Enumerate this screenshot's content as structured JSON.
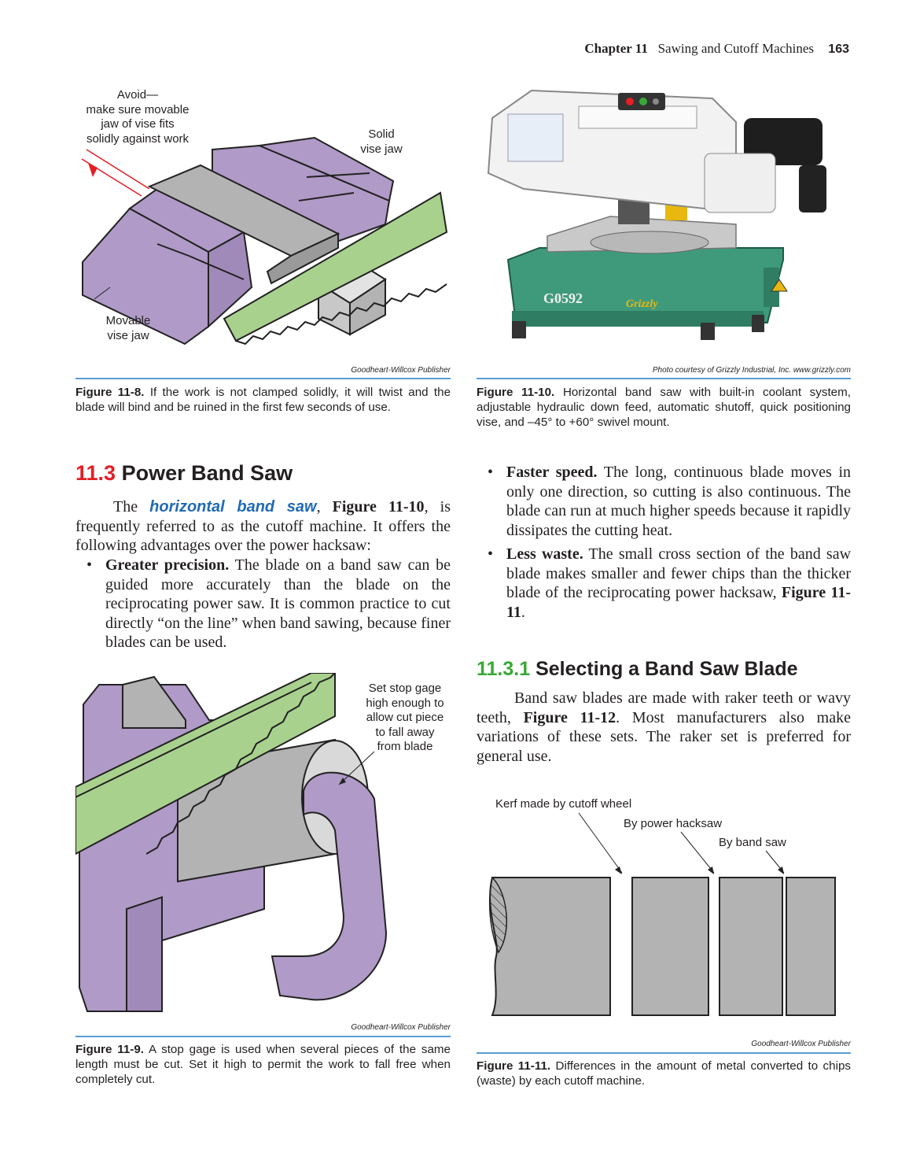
{
  "header": {
    "chapter_label": "Chapter 11",
    "chapter_title": "Sawing and Cutoff Machines",
    "page_number": "163"
  },
  "fig_11_8": {
    "callouts": {
      "avoid": [
        "Avoid—",
        "make sure movable",
        "jaw of vise fits",
        "solidly against work"
      ],
      "solid_jaw": [
        "Solid",
        "vise jaw"
      ],
      "movable_jaw": [
        "Movable",
        "vise jaw"
      ]
    },
    "credit": "Goodheart-Willcox Publisher",
    "caption_label": "Figure 11-8.",
    "caption_text": "If the work is not clamped solidly, it will twist and the blade will bind and be ruined in the first few seconds of use."
  },
  "fig_11_10": {
    "model_label": "G0592",
    "brand_label": "Grizzly",
    "credit": "Photo courtesy of Grizzly Industrial, Inc. www.grizzly.com",
    "caption_label": "Figure 11-10.",
    "caption_text": "Horizontal band saw with built-in coolant system, adjustable hydraulic down feed, automatic shutoff, quick positioning vise, and –45° to +60° swivel mount."
  },
  "section_11_3": {
    "number": "11.3",
    "title": "Power Band Saw",
    "intro_pre": "The ",
    "intro_term": "horizontal band saw",
    "intro_mid": ", ",
    "intro_figref": "Figure 11-10",
    "intro_post": ", is frequently referred to as the cutoff machine. It offers the following advantages over the power hacksaw:",
    "bullets": [
      {
        "lead": "Greater precision.",
        "text": " The blade on a band saw can be guided more accurately than the blade on the reciprocating power saw. It is common practice to cut directly “on the line” when band sawing, because finer blades can be used."
      },
      {
        "lead": "Faster speed.",
        "text": " The long, continuous blade moves in only one direction, so cutting is also continuous. The blade can run at much higher speeds because it rapidly dissipates the cutting heat."
      },
      {
        "lead": "Less waste.",
        "text": " The small cross section of the band saw blade makes smaller and fewer chips than the thicker blade of the reciprocating power hacksaw, ",
        "figref": "Figure 11-11",
        "tail": "."
      }
    ]
  },
  "section_11_3_1": {
    "number": "11.3.1",
    "title": "Selecting a Band Saw Blade",
    "para_pre": "Band saw blades are made with raker teeth or wavy teeth, ",
    "para_figref": "Figure 11-12",
    "para_post": ". Most manufacturers also make variations of these sets. The raker set is preferred for general use."
  },
  "fig_11_9": {
    "callout": [
      "Set stop gage",
      "high enough to",
      "allow cut piece",
      "to fall away",
      "from blade"
    ],
    "credit": "Goodheart-Willcox Publisher",
    "caption_label": "Figure 11-9.",
    "caption_text": "A stop gage is used when several pieces of the same length must be cut. Set it high to permit the work to fall free when completely cut."
  },
  "fig_11_11": {
    "labels": {
      "cutoff": "Kerf made by cutoff wheel",
      "hacksaw": "By power hacksaw",
      "bandsaw": "By band saw"
    },
    "credit": "Goodheart-Willcox Publisher",
    "caption_label": "Figure 11-11.",
    "caption_text": "Differences in the amount of metal converted to chips (waste) by each cutoff machine."
  },
  "colors": {
    "purple": "#b09ac7",
    "green": "#a9d18e",
    "gray": "#b3b3b3",
    "light_gray": "#d9d9d9",
    "teal_machine": "#3f9a7c",
    "rule_blue": "#5b9bd5",
    "heading_red": "#e31e24",
    "heading_green": "#38a935",
    "term_blue": "#1f6ab5"
  }
}
